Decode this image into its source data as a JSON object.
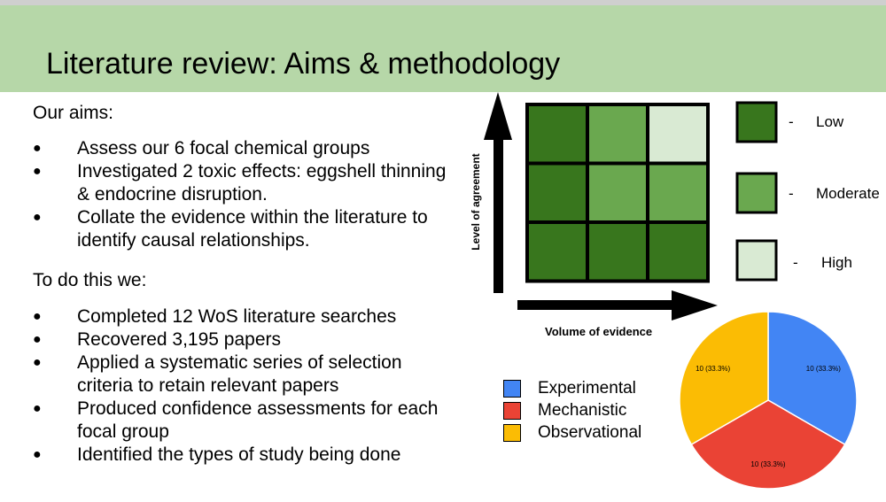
{
  "slide": {
    "title": "Literature review: Aims & methodology",
    "aims_heading": "Our aims:",
    "aims": [
      "Assess our 6 focal chemical groups",
      "Investigated 2 toxic effects: eggshell thinning & endocrine disruption.",
      "Collate the evidence within the literature to identify causal relationships."
    ],
    "method_heading": "To do this we:",
    "methods": [
      "Completed 12 WoS literature searches",
      "Recovered 3,195 papers",
      "Applied a systematic series of selection criteria to retain relevant papers",
      "Produced confidence assessments for each focal group",
      "Identified the types of study being done"
    ]
  },
  "confidence_matrix": {
    "y_axis_label": "Level of agreement",
    "x_axis_label": "Volume of evidence",
    "cells": [
      [
        "low",
        "moderate",
        "high"
      ],
      [
        "low",
        "moderate",
        "moderate"
      ],
      [
        "low",
        "low",
        "low"
      ]
    ],
    "levels": [
      {
        "key": "low",
        "label": "Low",
        "color": "#38761d"
      },
      {
        "key": "moderate",
        "label": "Moderate",
        "color": "#6aa84f"
      },
      {
        "key": "high",
        "label": "High",
        "color": "#d9ead3"
      }
    ],
    "legend_dash": "-"
  },
  "chart_data": {
    "type": "pie",
    "series": [
      {
        "name": "Experimental",
        "value": 10,
        "label": "10 (33.3%)",
        "color": "#4285f4"
      },
      {
        "name": "Mechanistic",
        "value": 10,
        "label": "10 (33.3%)",
        "color": "#ea4335"
      },
      {
        "name": "Observational",
        "value": 10,
        "label": "10 (33.3%)",
        "color": "#fbbc04"
      }
    ],
    "legend_position": "left"
  }
}
